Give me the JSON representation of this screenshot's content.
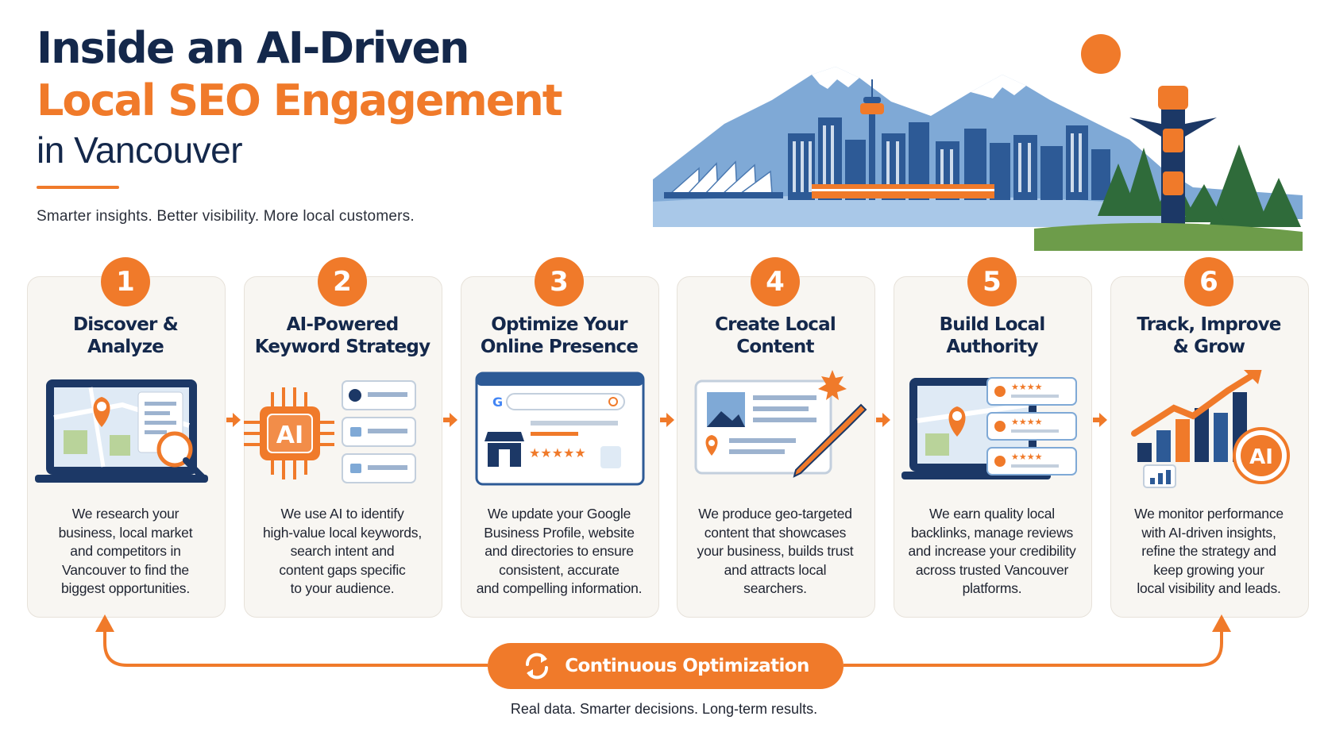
{
  "header": {
    "title_line1": "Inside an AI-Driven",
    "title_line2": "Local SEO Engagement",
    "title_line3": "in Vancouver",
    "subtitle": "Smarter insights. Better visibility. More local customers."
  },
  "colors": {
    "accent": "#f07a2a",
    "navy": "#14284b",
    "card_bg": "#f8f6f2",
    "sky_blue": "#7fa9d6"
  },
  "skyline_icon": "vancouver-skyline-illustration",
  "steps": [
    {
      "number": "1",
      "title_line1": "Discover &",
      "title_line2": "Analyze",
      "icon": "laptop-map-magnifier-icon",
      "desc": [
        "We research your",
        "business, local market",
        "and competitors in",
        "Vancouver to find the",
        "biggest opportunities."
      ]
    },
    {
      "number": "2",
      "title_line1": "AI-Powered",
      "title_line2": "Keyword Strategy",
      "icon": "ai-chip-keywords-icon",
      "chip_label": "AI",
      "desc": [
        "We use AI to identify",
        "high-value local keywords,",
        "search intent and",
        "content gaps specific",
        "to your audience."
      ]
    },
    {
      "number": "3",
      "title_line1": "Optimize Your",
      "title_line2": "Online Presence",
      "icon": "browser-business-profile-icon",
      "search_letter": "G",
      "desc": [
        "We update your Google",
        "Business Profile, website",
        "and directories to ensure",
        "consistent, accurate",
        "and compelling information."
      ]
    },
    {
      "number": "4",
      "title_line1": "Create Local",
      "title_line2": "Content",
      "icon": "content-pen-maple-icon",
      "desc": [
        "We produce geo-targeted",
        "content that showcases",
        "your business, builds trust",
        "and attracts local",
        "searchers."
      ]
    },
    {
      "number": "5",
      "title_line1": "Build Local",
      "title_line2": "Authority",
      "icon": "laptop-reviews-icon",
      "desc": [
        "We earn quality local",
        "backlinks, manage reviews",
        "and increase your credibility",
        "across trusted Vancouver",
        "platforms."
      ]
    },
    {
      "number": "6",
      "title_line1": "Track, Improve",
      "title_line2": "& Grow",
      "icon": "growth-chart-ai-icon",
      "badge_label": "AI",
      "desc": [
        "We monitor performance",
        "with AI-driven insights,",
        "refine the strategy and",
        "keep growing your",
        "local visibility and leads."
      ]
    }
  ],
  "loop": {
    "label": "Continuous Optimization",
    "icon": "refresh-cycle-icon",
    "footer": "Real data. Smarter decisions. Long-term results."
  }
}
